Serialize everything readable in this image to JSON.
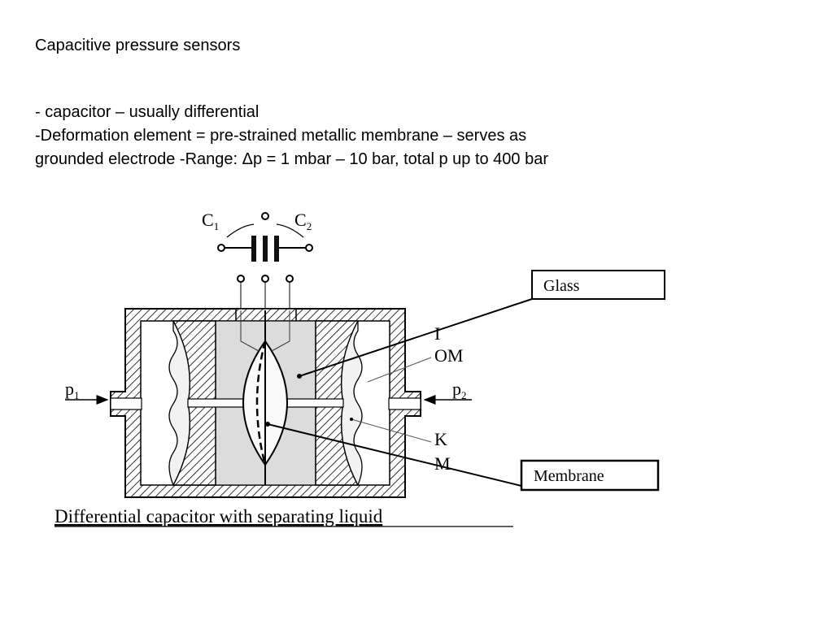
{
  "slide": {
    "title": "Capacitive pressure sensors",
    "lines": [
      "- capacitor – usually differential",
      "-Deformation element = pre-strained metallic membrane – serves as",
      "grounded electrode -Range: Δp = 1 mbar – 10 bar, total p up to 400 bar"
    ]
  },
  "figure": {
    "c1_label": "C",
    "c1_sub": "1",
    "c2_label": "C",
    "c2_sub": "2",
    "p1_label": "p",
    "p1_sub": "1",
    "p2_label": "p",
    "p2_sub": "2",
    "label_i": "I",
    "label_om": "OM",
    "label_k": "K",
    "label_m": "M",
    "glass_callout": "Glass",
    "membrane_callout": "Membrane",
    "caption": "Differential capacitor with separating liquid"
  }
}
